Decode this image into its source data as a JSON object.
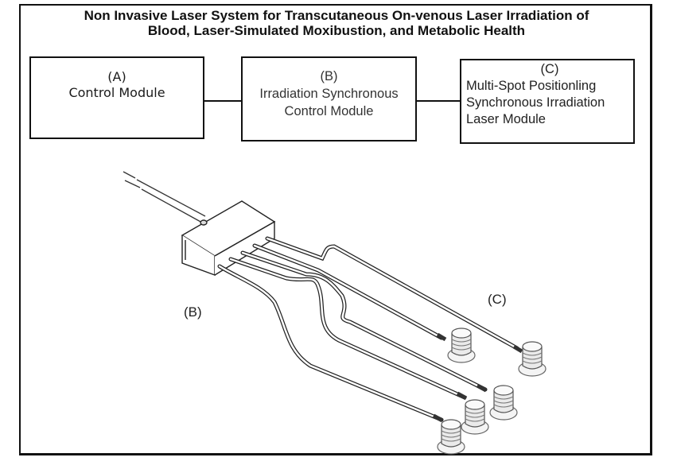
{
  "title": {
    "line1": "Non Invasive Laser System for Transcutaneous On-venous Laser Irradiation of",
    "line2": "Blood, Laser-Simulated Moxibustion, and Metabolic Health"
  },
  "modules": [
    {
      "id": "A",
      "tag": "(A)",
      "lines": [
        "Control Module"
      ]
    },
    {
      "id": "B",
      "tag": "(B)",
      "lines": [
        "Irradiation Synchronous",
        "Control Module"
      ]
    },
    {
      "id": "C",
      "tag": "(C)",
      "lines": [
        "Multi-Spot Positionling",
        "Synchronous Irradiation",
        "Laser Module"
      ]
    }
  ],
  "illustration": {
    "description": "Isometric drawing of a control box with input cable and five fiber cables ending in laser probe heads",
    "callouts": {
      "B": "(B)",
      "C": "(C)"
    },
    "probe_count": 5
  },
  "colors": {
    "line": "#111111",
    "text": "#222222",
    "background": "#ffffff"
  }
}
